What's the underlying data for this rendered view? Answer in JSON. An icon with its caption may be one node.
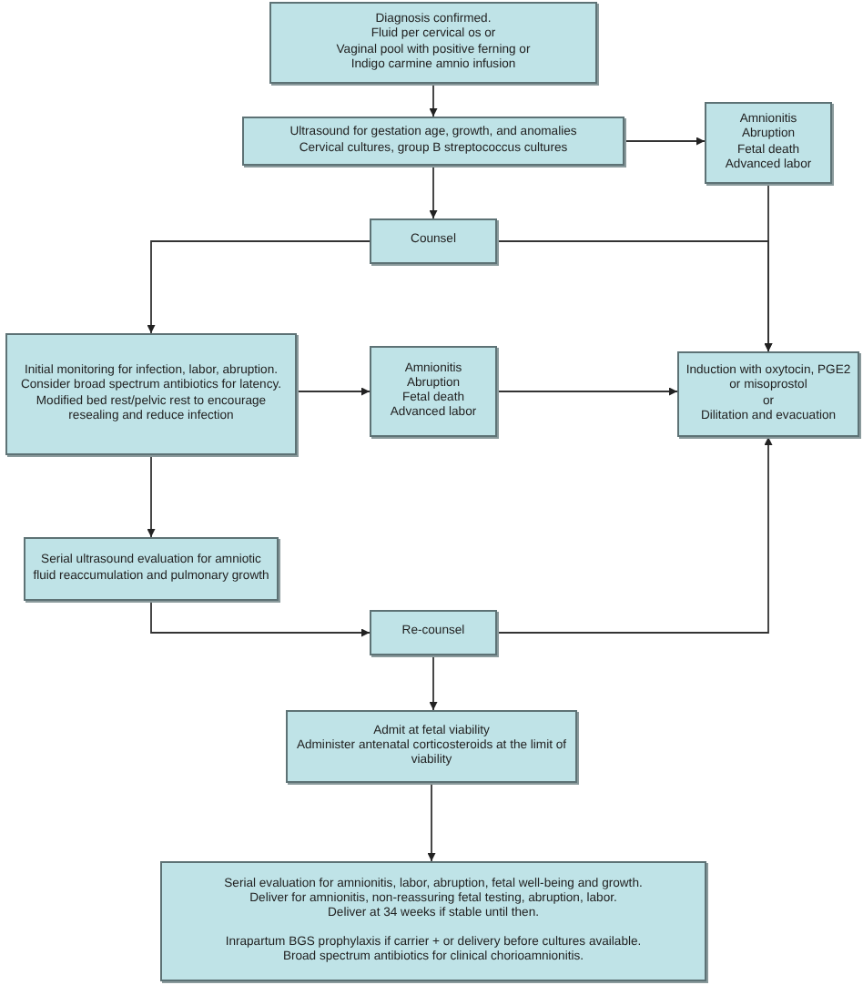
{
  "diagram": {
    "nodes": [
      {
        "text": [
          "Diagnosis confirmed.",
          "Fluid per cervical os or",
          "Vaginal pool with positive ferning or",
          "Indigo carmine amnio infusion"
        ]
      },
      {
        "text": [
          "Ultrasound for gestation age, growth, and anomalies",
          "Cervical cultures, group B streptococcus cultures"
        ]
      },
      {
        "text": [
          "Amnionitis",
          "Abruption",
          "Fetal death",
          "Advanced labor"
        ]
      },
      {
        "text": [
          "Counsel"
        ]
      },
      {
        "text": [
          "Initial monitoring for infection, labor, abruption.",
          "Consider broad spectrum antibiotics for latency.",
          "Modified bed rest/pelvic rest to encourage resealing and reduce infection"
        ]
      },
      {
        "text": [
          "Amnionitis",
          "Abruption",
          "Fetal death",
          "Advanced labor"
        ]
      },
      {
        "text": [
          "Induction with oxytocin, PGE2 or misoprostol",
          "or",
          "Dilitation and evacuation"
        ]
      },
      {
        "text": [
          "Serial ultrasound evaluation for amniotic fluid reaccumulation and pulmonary growth"
        ]
      },
      {
        "text": [
          "Re-counsel"
        ]
      },
      {
        "text": [
          "Admit at fetal viability",
          "Administer antenatal corticosteroids at the limit of viability"
        ]
      },
      {
        "text": [
          "Serial evaluation for amnionitis, labor, abruption, fetal well-being and growth.",
          "Deliver for amnionitis, non-reassuring fetal testing, abruption, labor.",
          "Deliver at 34 weeks if stable until then.",
          "Inrapartum BGS prophylaxis if carrier + or delivery before cultures available.",
          "Broad spectrum antibiotics for clinical chorioamnionitis."
        ]
      }
    ],
    "edges": [
      {
        "from": 0,
        "to": 1,
        "arrow": "to"
      },
      {
        "from": 1,
        "to": 2,
        "arrow": "to"
      },
      {
        "from": 1,
        "to": 3,
        "arrow": "to"
      },
      {
        "from": 3,
        "to": 4,
        "arrow": "to"
      },
      {
        "from": 2,
        "to": 6,
        "arrow": "to"
      },
      {
        "from": 3,
        "to": 6,
        "arrow": "to"
      },
      {
        "from": 4,
        "to": 5,
        "arrow": "to"
      },
      {
        "from": 5,
        "to": 6,
        "arrow": "to"
      },
      {
        "from": 4,
        "to": 7,
        "arrow": "to"
      },
      {
        "from": 7,
        "to": 8,
        "arrow": "to"
      },
      {
        "from": 8,
        "to": 6,
        "arrow": "to"
      },
      {
        "from": 8,
        "to": 9,
        "arrow": "to"
      },
      {
        "from": 9,
        "to": 10,
        "arrow": "to"
      }
    ]
  }
}
